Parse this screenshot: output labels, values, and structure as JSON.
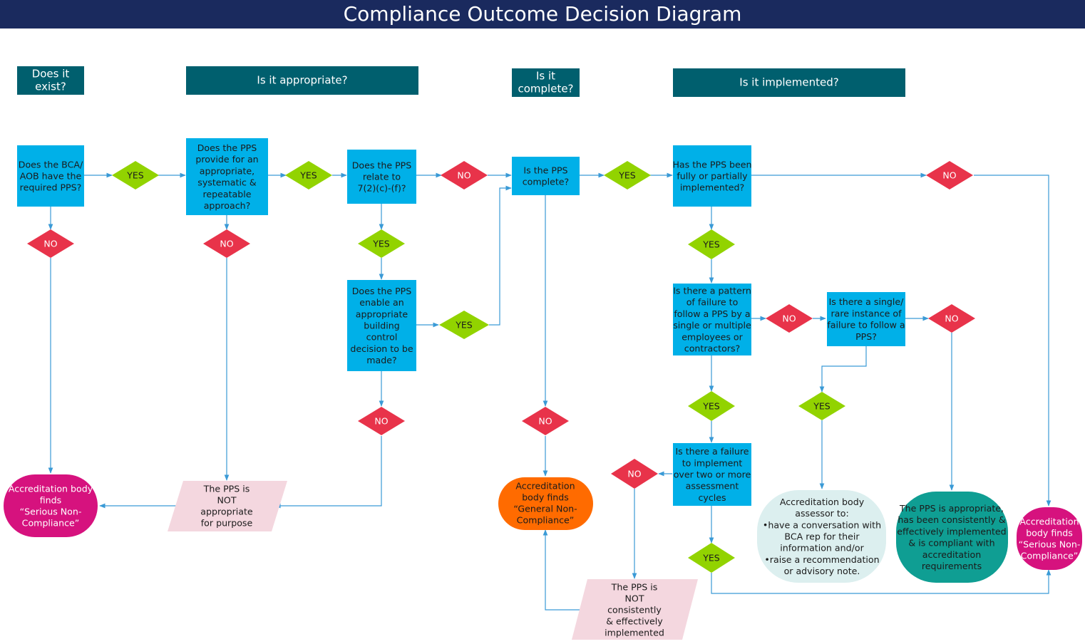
{
  "title": "Compliance Outcome Decision Diagram",
  "headers": [
    {
      "id": "h-exist",
      "lines": [
        "Does it",
        "exist?"
      ]
    },
    {
      "id": "h-appropriate",
      "lines": [
        "Is it appropriate?"
      ]
    },
    {
      "id": "h-complete",
      "lines": [
        "Is it",
        "complete?"
      ]
    },
    {
      "id": "h-implemented",
      "lines": [
        "Is it implemented?"
      ]
    }
  ],
  "questions": [
    {
      "id": "q-bca-required-pps",
      "lines": [
        "Does the BCA/",
        "AOB have the",
        "required PPS?"
      ]
    },
    {
      "id": "q-pps-approach",
      "lines": [
        "Does the PPS",
        "provide for an",
        "appropriate,",
        "systematic &",
        "repeatable",
        "approach?"
      ]
    },
    {
      "id": "q-relate-7-2",
      "lines": [
        "Does the PPS",
        "relate to",
        "7(2)(c)-(f)?"
      ]
    },
    {
      "id": "q-bcd-decision",
      "lines": [
        "Does the PPS",
        "enable an",
        "appropriate",
        "building",
        "control",
        "decision to be",
        "made?"
      ]
    },
    {
      "id": "q-pps-complete",
      "lines": [
        "Is the PPS",
        "complete?"
      ]
    },
    {
      "id": "q-implemented",
      "lines": [
        "Has the PPS been",
        "fully or partially",
        "implemented?"
      ]
    },
    {
      "id": "q-pattern-failure",
      "lines": [
        "Is there a pattern",
        "of failure to",
        "follow a PPS by a",
        "single or multiple",
        "employees or",
        "contractors?"
      ]
    },
    {
      "id": "q-single-instance",
      "lines": [
        "Is there a single/",
        "rare instance of",
        "failure to follow a",
        "PPS?"
      ]
    },
    {
      "id": "q-two-cycles",
      "lines": [
        "Is there a failure",
        "to implement",
        "over two or more",
        "assessment",
        "cycles"
      ]
    }
  ],
  "decisions": {
    "yes_label": "YES",
    "no_label": "NO",
    "yes_color": "#92d300",
    "no_color": "#e8334a"
  },
  "outcomes": [
    {
      "id": "out-serious-left",
      "lines": [
        "Accreditation body",
        "finds",
        "“Serious Non-",
        "Compliance”"
      ],
      "color": "#d6127e"
    },
    {
      "id": "out-not-appropriate",
      "lines": [
        "The PPS is",
        "NOT",
        "appropriate",
        "for purpose"
      ],
      "color": "#f4d7df"
    },
    {
      "id": "out-general",
      "lines": [
        "Accreditation",
        "body finds",
        "“General Non-",
        "Compliance”"
      ],
      "color": "#ff6b00"
    },
    {
      "id": "out-not-consistent",
      "lines": [
        "The PPS is",
        "NOT",
        "consistently",
        "& effectively",
        "implemented"
      ],
      "color": "#f4d7df"
    },
    {
      "id": "out-assessor",
      "lines": [
        "Accreditation body",
        "assessor to:",
        "•have a conversation with",
        "BCA rep for their",
        "information and/or",
        "•raise a recommendation",
        "or advisory note."
      ],
      "color": "#dcefef"
    },
    {
      "id": "out-compliant",
      "lines": [
        "The PPS is appropriate,",
        "has been consistently &",
        "effectively implemented",
        "& is compliant with",
        "accreditation",
        "requirements"
      ],
      "color": "#0f9e93"
    },
    {
      "id": "out-serious-right",
      "lines": [
        "Accreditation",
        "body finds",
        "“Serious Non-",
        "Compliance”"
      ],
      "color": "#d6127e"
    }
  ],
  "colors": {
    "title_bar": "#1a2a5e",
    "header": "#005f6e",
    "question": "#00b0e8",
    "connector": "#3a9ad6"
  }
}
